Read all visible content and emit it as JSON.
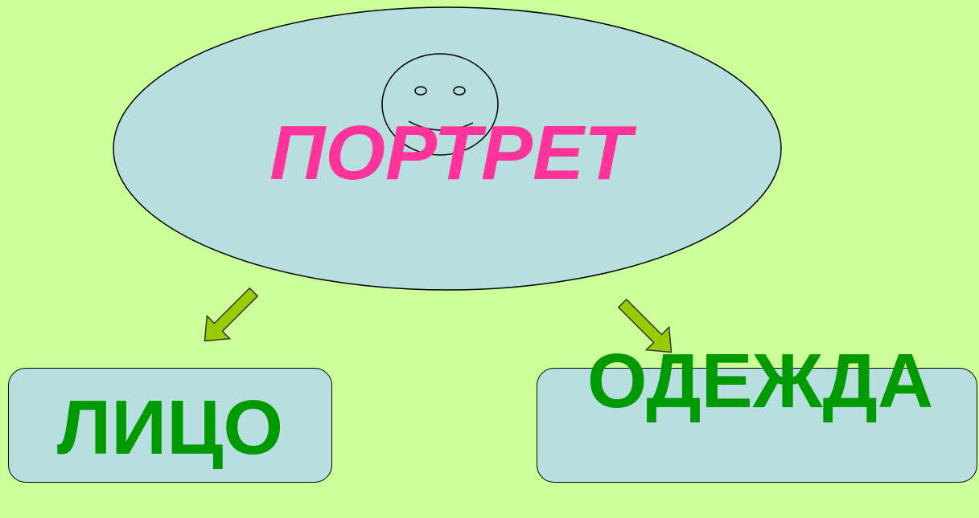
{
  "diagram": {
    "title": "ПОРТРЕТ",
    "branches": [
      {
        "label": "ЛИЦО"
      },
      {
        "label": "ОДЕЖДА"
      }
    ]
  },
  "colors": {
    "background": "#ccff99",
    "shape_fill": "#b8dfe0",
    "title_text": "#ff3399",
    "branch_text": "#009900",
    "arrow_fill": "#99cc00"
  },
  "icons": [
    "smiley-face-icon",
    "arrow-down-left-icon",
    "arrow-down-right-icon"
  ]
}
